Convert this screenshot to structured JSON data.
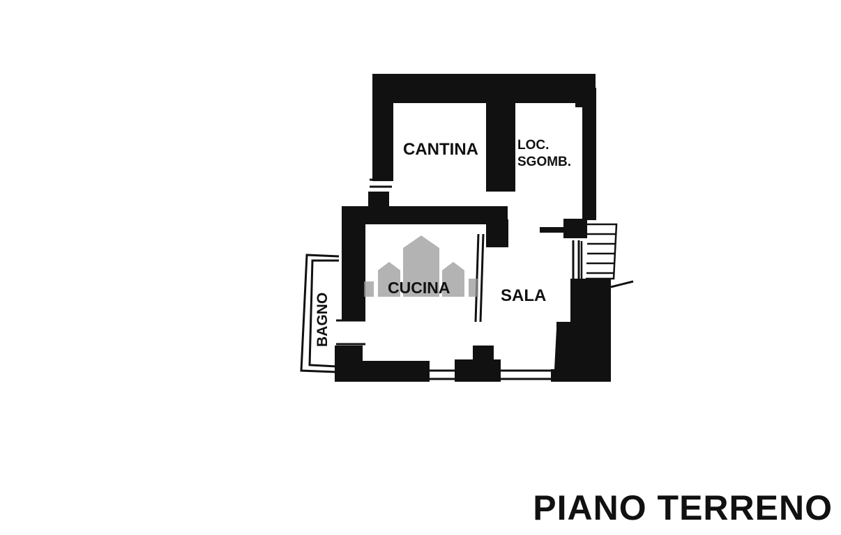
{
  "plan": {
    "title": "PIANO TERRENO",
    "rooms": {
      "cantina": "CANTINA",
      "loc_sgomb_line1": "LOC.",
      "loc_sgomb_line2": "SGOMB.",
      "cucina": "CUCINA",
      "sala": "SALA",
      "bagno": "BAGNO"
    }
  },
  "colors": {
    "wall": "#111111",
    "background": "#ffffff",
    "watermark": "#9a9a9a"
  },
  "icons": {
    "watermark": "house-watermark-icon"
  }
}
